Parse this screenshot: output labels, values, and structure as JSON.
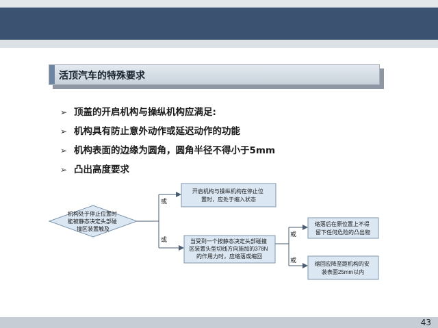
{
  "title": "活顶汽车的特殊要求",
  "bullets": [
    "顶盖的开启机构与操纵机构应满足:",
    "机构具有防止意外动作或延迟动作的功能",
    "机构表面的边缘为圆角，圆角半径不得小于5mm",
    "凸出高度要求"
  ],
  "diagram": {
    "start": [
      "机构处于停止位置时",
      "能被静态决定头部碰",
      "撞区装置触及"
    ],
    "or_label": "或",
    "upper_box": [
      "开启机构与操纵机构在停止位",
      "置时，应处于缩入状态"
    ],
    "middle_box": [
      "当受到一个按静态决定头部碰撞",
      "区装置头型切线方向施加的378N",
      "的作用力时，应缩落或缩回"
    ],
    "right_top_box": [
      "缩落后在原位置上不得",
      "留下任何危险的凸出物"
    ],
    "right_bottom_box": [
      "缩回应降至距机构的安",
      "装表面25mm以内"
    ]
  },
  "page_number": "43",
  "colors": {
    "header": "#3b5270",
    "box_fill": "#dbe7f3",
    "box_border": "#7c94ae",
    "connector": "#4a5d72"
  }
}
